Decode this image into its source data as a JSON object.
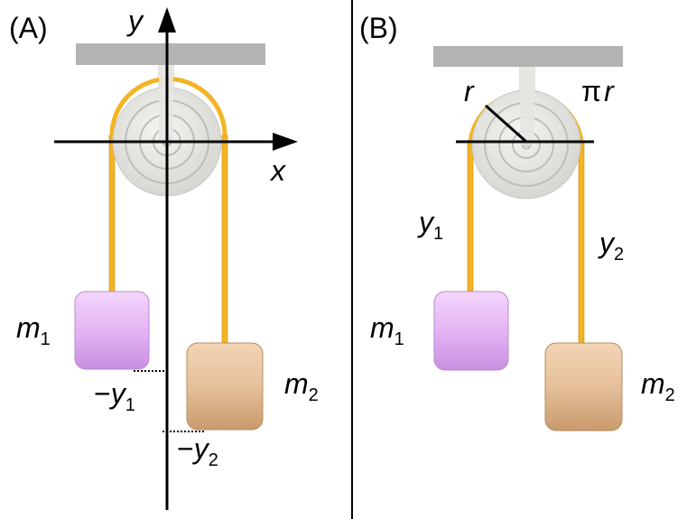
{
  "panels": {
    "a": {
      "tag": "(A)",
      "axis_y": "y",
      "axis_x": "x",
      "m1": {
        "sym": "m",
        "sub": "1"
      },
      "m2": {
        "sym": "m",
        "sub": "2"
      },
      "neg_y1": {
        "minus": "−",
        "sym": "y",
        "sub": "1"
      },
      "neg_y2": {
        "minus": "−",
        "sym": "y",
        "sub": "2"
      }
    },
    "b": {
      "tag": "(B)",
      "radius": "r",
      "half_arc": {
        "pi": "π",
        "r": "r"
      },
      "y1": {
        "sym": "y",
        "sub": "1"
      },
      "y2": {
        "sym": "y",
        "sub": "2"
      },
      "m1": {
        "sym": "m",
        "sub": "1"
      },
      "m2": {
        "sym": "m",
        "sub": "2"
      }
    }
  },
  "colors": {
    "ceiling": "#b3b3b3",
    "pulley": "#e6e6e2",
    "rope": "#f2b423",
    "mass1": "#e6b8f5",
    "mass2": "#e9c49d",
    "axis": "#000000"
  }
}
